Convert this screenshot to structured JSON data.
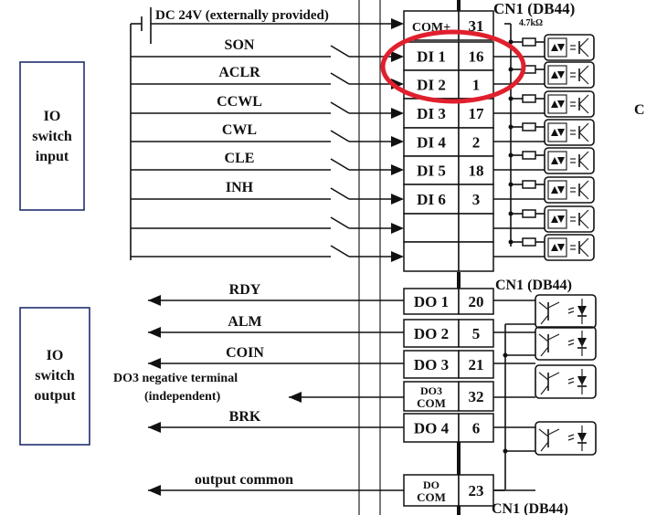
{
  "power": {
    "label": "DC 24V (externally provided)"
  },
  "side_boxes": {
    "input": {
      "lines": [
        "IO",
        "switch",
        "input"
      ]
    },
    "output": {
      "lines": [
        "IO",
        "switch",
        "output"
      ]
    }
  },
  "connector": {
    "top_label": "CN1 (DB44)",
    "resistor_label": "4.7kΩ",
    "mid_label": "CN1 (DB44)",
    "bottom_label": "CN1 (DB44)",
    "partial_right_label": "C"
  },
  "inputs": [
    {
      "signal": "",
      "terminal": "COM+",
      "pin": "31"
    },
    {
      "signal": "SON",
      "terminal": "DI 1",
      "pin": "16"
    },
    {
      "signal": "ACLR",
      "terminal": "DI 2",
      "pin": "1"
    },
    {
      "signal": "CCWL",
      "terminal": "DI 3",
      "pin": "17"
    },
    {
      "signal": "CWL",
      "terminal": "DI 4",
      "pin": "2"
    },
    {
      "signal": "CLE",
      "terminal": "DI 5",
      "pin": "18"
    },
    {
      "signal": "INH",
      "terminal": "DI 6",
      "pin": "3"
    },
    {
      "signal": "",
      "terminal": "",
      "pin": ""
    },
    {
      "signal": "",
      "terminal": "",
      "pin": ""
    }
  ],
  "outputs": [
    {
      "signal": "RDY",
      "terminal": "DO 1",
      "pin": "20"
    },
    {
      "signal": "ALM",
      "terminal": "DO 2",
      "pin": "5"
    },
    {
      "signal": "COIN",
      "terminal": "DO 3",
      "pin": "21"
    },
    {
      "signal": "DO3 negative terminal",
      "signal2": "(independent)",
      "terminal": "DO3",
      "terminal2": "COM",
      "pin": "32"
    },
    {
      "signal": "BRK",
      "terminal": "DO 4",
      "pin": "6"
    },
    {
      "signal": "output common",
      "terminal": "DO",
      "terminal2": "COM",
      "pin": "23"
    }
  ],
  "highlight": {
    "color": "#e0202e",
    "targets": [
      "DI 1",
      "DI 2"
    ]
  }
}
